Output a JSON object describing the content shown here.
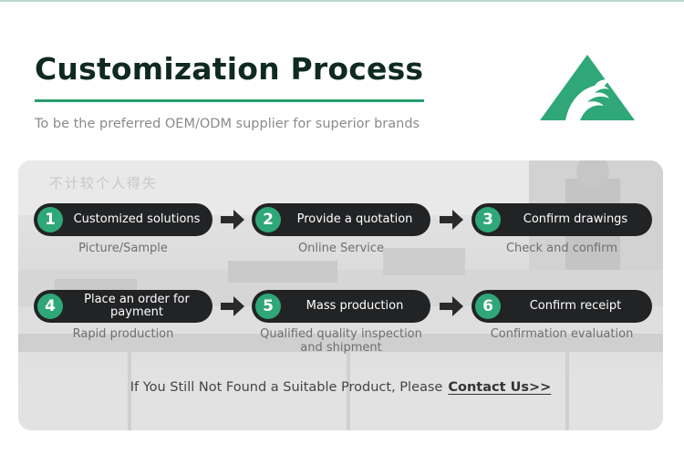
{
  "header": {
    "title": "Customization Process",
    "subtitle": "To be the preferred OEM/ODM supplier for superior brands"
  },
  "watermark_text": "不计较个人得失",
  "steps": [
    {
      "number": "1",
      "label": "Customized solutions",
      "caption": "Picture/Sample"
    },
    {
      "number": "2",
      "label": "Provide a quotation",
      "caption": "Online Service"
    },
    {
      "number": "3",
      "label": "Confirm drawings",
      "caption": "Check and confirm"
    },
    {
      "number": "4",
      "label": "Place an order for payment",
      "caption": "Rapid production"
    },
    {
      "number": "5",
      "label": "Mass production",
      "caption": "Qualified quality inspection and shipment"
    },
    {
      "number": "6",
      "label": "Confirm receipt",
      "caption": "Confirmation evaluation"
    }
  ],
  "footer": {
    "text": "If You Still Not Found a Suitable Product, Please",
    "link": "Contact Us>>"
  },
  "colors": {
    "accent": "#2fa778",
    "pill_bg": "#222325",
    "title": "#0f2a22"
  }
}
